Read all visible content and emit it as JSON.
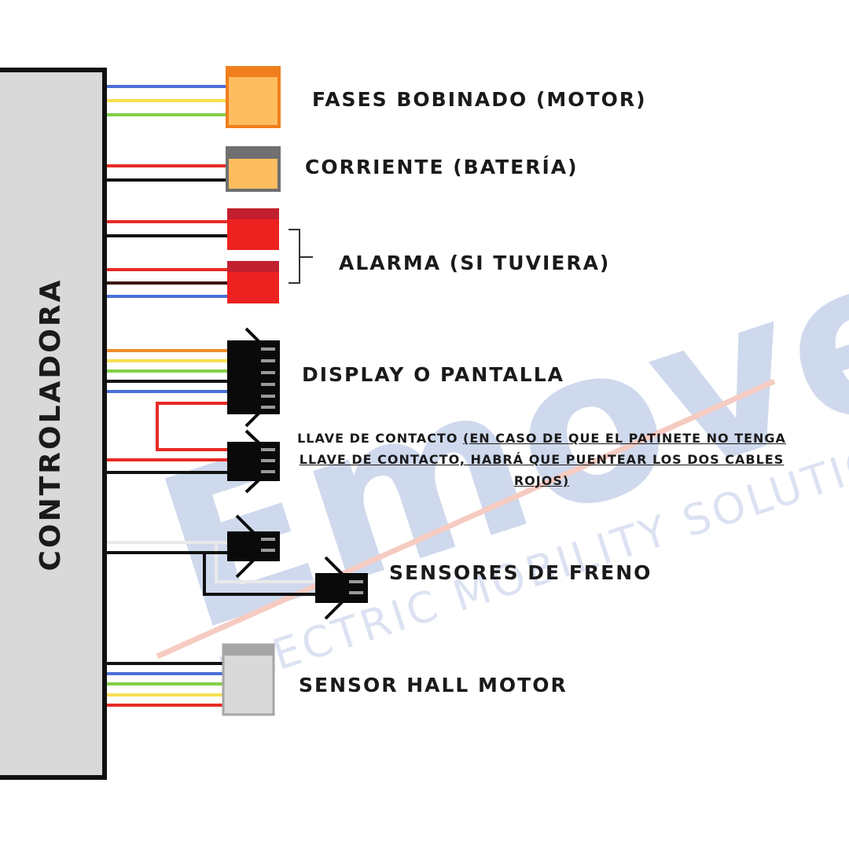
{
  "watermark": {
    "brand": "Emove",
    "tagline": "ELECTRIC MOBILITY SOLUTION"
  },
  "controller": {
    "label": "CONTROLADORA"
  },
  "connectors": [
    {
      "id": "phases",
      "label": "FASES BOBINADO (MOTOR)",
      "wires": [
        "blue",
        "yellow",
        "green"
      ],
      "body_color": "#fdbd60",
      "border_color": "#f07e1c"
    },
    {
      "id": "power",
      "label": "CORRIENTE (BATERÍA)",
      "wires": [
        "red",
        "black"
      ],
      "body_color": "#fdbd60",
      "border_color": "#707070"
    },
    {
      "id": "alarm",
      "label": "ALARMA (SI TUVIERA)",
      "wires": [
        "red",
        "black",
        "red",
        "dark-brown",
        "blue"
      ],
      "body_color": "#ee2121",
      "border_color": "#c21f2f"
    },
    {
      "id": "display",
      "label": "DISPLAY O PANTALLA",
      "wires": [
        "orange",
        "yellow",
        "green",
        "black",
        "blue"
      ],
      "body_color": "#0a0a0a"
    },
    {
      "id": "key",
      "label_plain": "LLAVE DE CONTACTO ",
      "label_underlined": "(EN CASO DE QUE EL PATINETE NO TENGA LLAVE DE CONTACTO, HABRÁ QUE PUENTEAR LOS DOS CABLES ROJOS)",
      "wires": [
        "red",
        "black"
      ],
      "body_color": "#0a0a0a"
    },
    {
      "id": "brake",
      "label": "SENSORES DE FRENO",
      "wires": [
        "white",
        "black"
      ],
      "body_color": "#0a0a0a"
    },
    {
      "id": "hall",
      "label": "SENSOR HALL MOTOR",
      "wires": [
        "black",
        "blue",
        "green",
        "yellow",
        "red"
      ],
      "body_color": "#d9d9d9",
      "border_color": "#a6a6a6"
    }
  ],
  "colors": {
    "red": "#e72b25",
    "black": "#111111",
    "blue": "#4a6fd6",
    "yellow": "#f6df52",
    "green": "#82cf45",
    "orange": "#ef8c2c",
    "dark-brown": "#3b1a12",
    "white": "#e9e9e9",
    "controller_fill": "#d9d9d9",
    "watermark_blue": "#c7d3ea",
    "watermark_red": "#f5c3b7"
  }
}
